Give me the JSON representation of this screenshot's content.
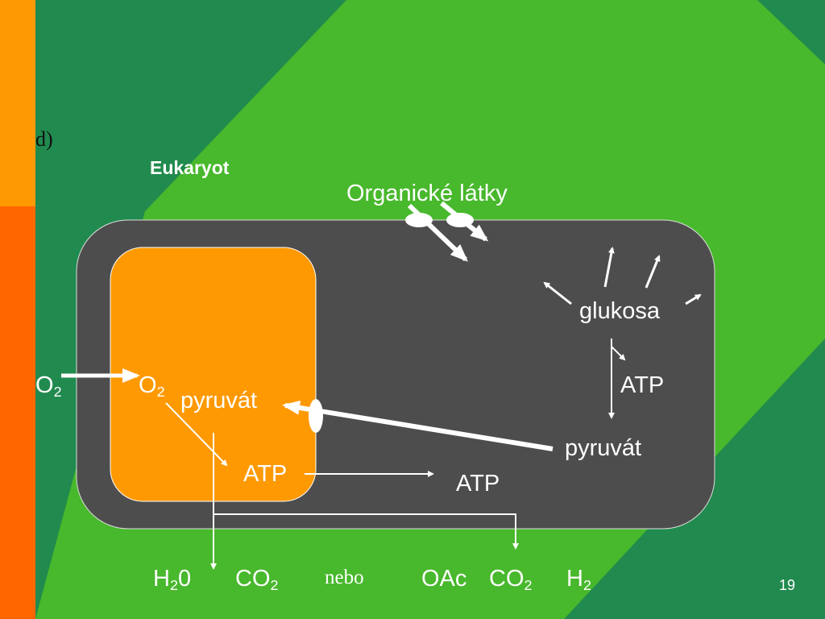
{
  "colors": {
    "background": "#48b82c",
    "dark_green": "#218a4e",
    "sidebar_orange_top": "#fe9901",
    "sidebar_orange_bottom": "#ff6600",
    "cell": "#4d4d4d",
    "mitochondrion": "#fe9901",
    "text": "#ffffff"
  },
  "slide": {
    "letter": "d)",
    "title": "Eukaryot",
    "page_number": "19"
  },
  "labels": {
    "organic": "Organické látky",
    "glucose": "glukosa",
    "atp_glycolysis": "ATP",
    "pyruvate_cytosol": "pyruvát",
    "pyruvate_mito": "pyruvát",
    "atp_mito": "ATP",
    "atp_cytosol": "ATP",
    "o2_outside": "O",
    "o2_outside_sub": "2",
    "o2_inside": "O",
    "o2_inside_sub": "2",
    "h2o_h": "H",
    "h2o_sub": "2",
    "h2o_rest": "0",
    "co2_left": "CO",
    "co2_left_sub": "2",
    "or": "nebo",
    "oac": "OAc",
    "co2_right": "CO",
    "co2_right_sub": "2",
    "h2": "H",
    "h2_sub": "2"
  }
}
